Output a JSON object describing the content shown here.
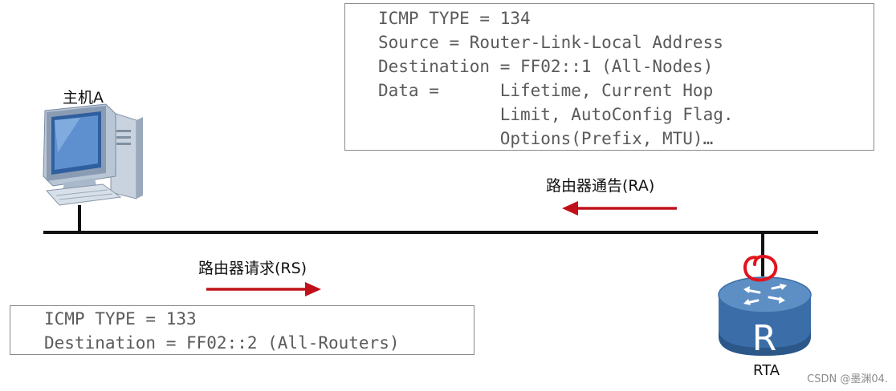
{
  "ra_box": {
    "lines": [
      "ICMP TYPE = 134",
      "Source = Router-Link-Local Address",
      "Destination = FF02::1 (All-Nodes)",
      "Data =      Lifetime, Current Hop",
      "            Limit, AutoConfig Flag.",
      "            Options(Prefix, MTU)…"
    ]
  },
  "rs_box": {
    "lines": [
      "ICMP TYPE = 133",
      "Destination = FF02::2 (All-Routers)"
    ]
  },
  "labels": {
    "host": "主机A",
    "ra": "路由器通告(RA)",
    "rs": "路由器请求(RS)",
    "router": "RTA"
  },
  "router_icon_letter": "R",
  "watermark": "CSDN @墨渊04.",
  "colors": {
    "arrow": "#c0111a",
    "bus": "#111111",
    "router_body": "#3b6ea8",
    "router_top": "#5d8fc4",
    "highlight_circle": "#e0141e"
  }
}
